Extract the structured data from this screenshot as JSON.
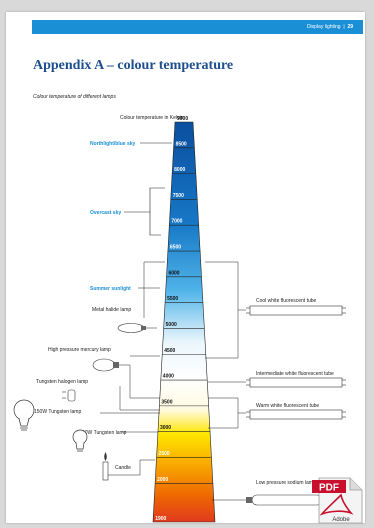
{
  "header": {
    "section": "Display lighting",
    "page_number": "29"
  },
  "title": "Appendix A – colour temperature",
  "subtitle": "Colour temperature of different lamps",
  "chart_data": {
    "type": "scale",
    "axis_label": "Colour temperature in Kelvin",
    "scale_values": [
      9000,
      8500,
      8000,
      7500,
      7000,
      6500,
      6000,
      5500,
      5000,
      4500,
      4000,
      3500,
      3000,
      2500,
      2000,
      1900
    ],
    "sky_labels": [
      {
        "label": "Northlight/blue sky",
        "value": 8500
      },
      {
        "label": "Overcast sky",
        "range": [
          6500,
          7500
        ]
      },
      {
        "label": "Summer sunlight",
        "value": 5500
      }
    ],
    "left_lamps": [
      {
        "label": "Metal halide lamp",
        "value": 5000
      },
      {
        "label": "High pressure mercury lamp",
        "value": 4000
      },
      {
        "label": "Tungsten halogen lamp",
        "value": 3000
      },
      {
        "label": "150W Tungsten lamp",
        "value": 2800
      },
      {
        "label": "40W Tungsten lamp",
        "value": 2600
      },
      {
        "label": "Candle",
        "value": 2000
      }
    ],
    "right_lamps": [
      {
        "label": "Cool white fluorescent tube",
        "range": [
          4000,
          6000
        ]
      },
      {
        "label": "Intermediate white fluorescent tube",
        "range": [
          3500,
          4000
        ]
      },
      {
        "label": "Warm white fluorescent tube",
        "range": [
          2500,
          3500
        ]
      },
      {
        "label": "Low pressure sodium lamp",
        "value": 1900
      }
    ]
  },
  "pdf_badge": {
    "label": "PDF",
    "brand": "Adobe"
  }
}
